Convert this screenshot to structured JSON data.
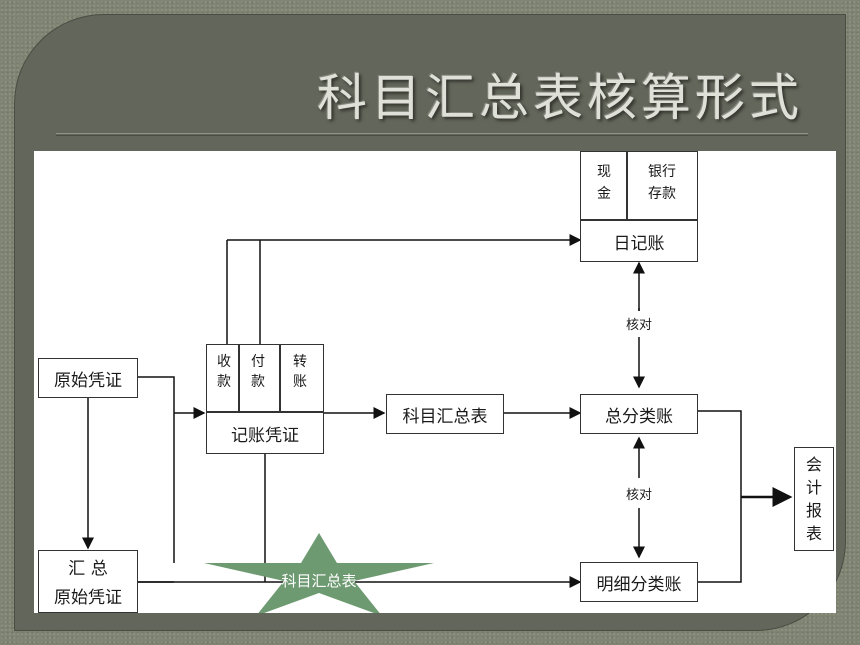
{
  "slide": {
    "title": "科目汇总表核算形式"
  },
  "diagram": {
    "original_voucher": "原始凭证",
    "summary_voucher_line1": "汇 总",
    "summary_voucher_line2": "原始凭证",
    "voucher_cols": [
      "收款",
      "付款",
      "转账"
    ],
    "bookkeeping_voucher": "记账凭证",
    "subject_summary": "科目汇总表",
    "cash_col": "现金",
    "bank_col": "银行存款",
    "journal": "日记账",
    "general_ledger": "总分类账",
    "detail_ledger": "明细分类账",
    "reconcile_top": "核对",
    "reconcile_bottom": "核对",
    "report": "会计报表",
    "star_label": "科目汇总表"
  },
  "colors": {
    "frame": "#63665a",
    "star": "#6e9a72"
  }
}
